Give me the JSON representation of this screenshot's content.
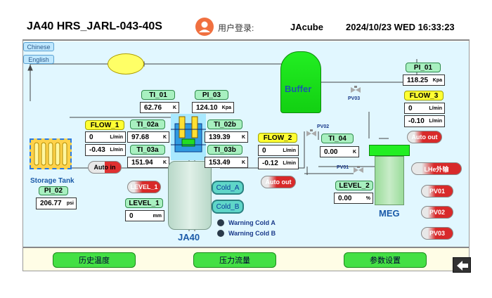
{
  "header": {
    "machine_title": "JA40 HRS_JARL-043-40S",
    "login_label": "用户登录:",
    "user_name": "JAcube",
    "datetime": "2024/10/23 WED 16:33:23"
  },
  "language": {
    "chinese": "Chinese",
    "english": "English"
  },
  "labels": {
    "storage_tank": "Storage Tank",
    "buffer": "Buffer",
    "meg": "MEG",
    "ja40": "JA40",
    "pv03_small": "PV03",
    "pv02_small": "PV02",
    "pv01_small": "PV01",
    "warning_a": "Warning Cold A",
    "warning_b": "Warning Cold B"
  },
  "readings": {
    "pi_02": {
      "label": "PI_02",
      "value": "206.77",
      "unit": "psi"
    },
    "flow_1": {
      "label": "FLOW_1",
      "value": "0",
      "unit": "L/min",
      "value2": "-0.43",
      "unit2": "L/min"
    },
    "ti_02a": {
      "label": "TI_02a",
      "value": "97.68",
      "unit": "K"
    },
    "ti_03a": {
      "label": "TI_03a",
      "value": "151.94",
      "unit": "K"
    },
    "ti_01": {
      "label": "TI_01",
      "value": "62.76",
      "unit": "K"
    },
    "pi_03": {
      "label": "PI_03",
      "value": "124.10",
      "unit": "Kpa"
    },
    "ti_02b": {
      "label": "TI_02b",
      "value": "139.39",
      "unit": "K"
    },
    "ti_03b": {
      "label": "TI_03b",
      "value": "153.49",
      "unit": "K"
    },
    "level_1": {
      "label": "LEVEL_1",
      "value": "0",
      "unit": "mm"
    },
    "flow_2": {
      "label": "FLOW_2",
      "value": "0",
      "unit": "L/min",
      "value2": "-0.12",
      "unit2": "L/min"
    },
    "ti_04": {
      "label": "TI_04",
      "value": "0.00",
      "unit": "K"
    },
    "level_2": {
      "label": "LEVEL_2",
      "value": "0.00",
      "unit": "%"
    },
    "pi_01": {
      "label": "PI_01",
      "value": "118.25",
      "unit": "Kpa"
    },
    "flow_3": {
      "label": "FLOW_3",
      "value": "0",
      "unit": "L/min",
      "value2": "-0.10",
      "unit2": "L/min"
    }
  },
  "buttons": {
    "auto_in": "Auto in",
    "level_1_btn": "LEVEL_1",
    "cold_a": "Cold_A",
    "cold_b": "Cold_B",
    "auto_out_mid": "Auto out",
    "auto_out_right": "Auto out",
    "lhe": "LHe外输",
    "pv01": "PV01",
    "pv02": "PV02",
    "pv03": "PV03"
  },
  "footer": {
    "history_temp": "历史温度",
    "pressure_flow": "压力流量",
    "param_settings": "参数设置"
  },
  "colors": {
    "panel_bg": "#e1f7ff",
    "tank_green": "#22ee22",
    "label_green": "#a8f0c0",
    "label_yellow": "#ffff33",
    "accent_blue": "#1a5aa8"
  }
}
